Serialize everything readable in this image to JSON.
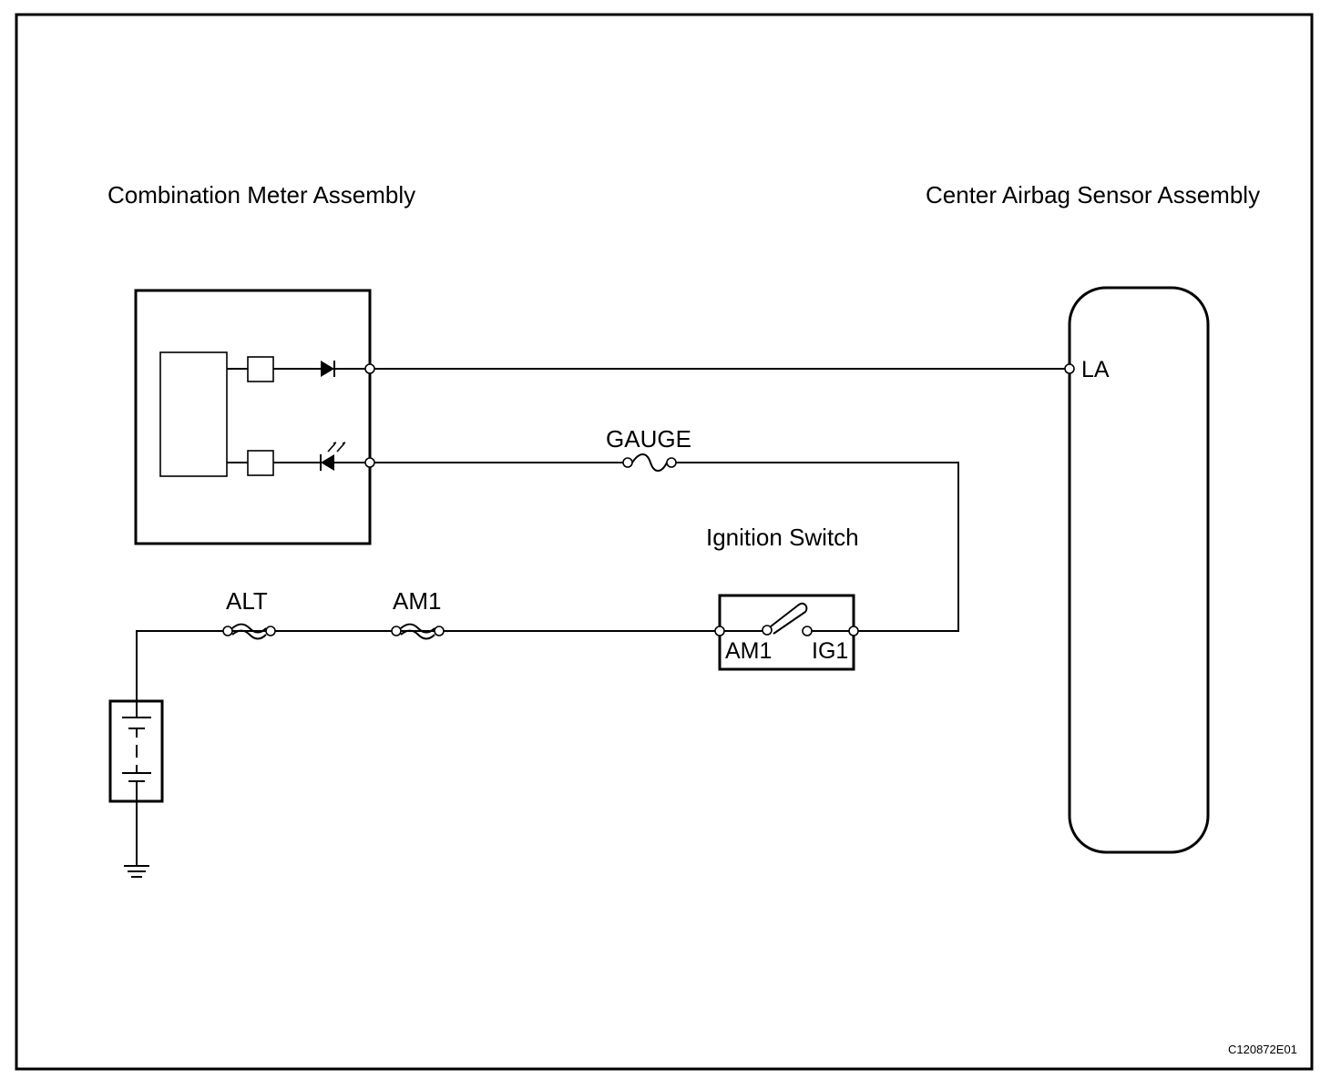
{
  "labels": {
    "meter": "Combination Meter Assembly",
    "airbag": "Center Airbag Sensor Assembly",
    "la": "LA",
    "gauge": "GAUGE",
    "ignition": "Ignition Switch",
    "alt": "ALT",
    "am1_fuse": "AM1",
    "sw_am1": "AM1",
    "sw_ig1": "IG1",
    "code": "C120872E01"
  }
}
